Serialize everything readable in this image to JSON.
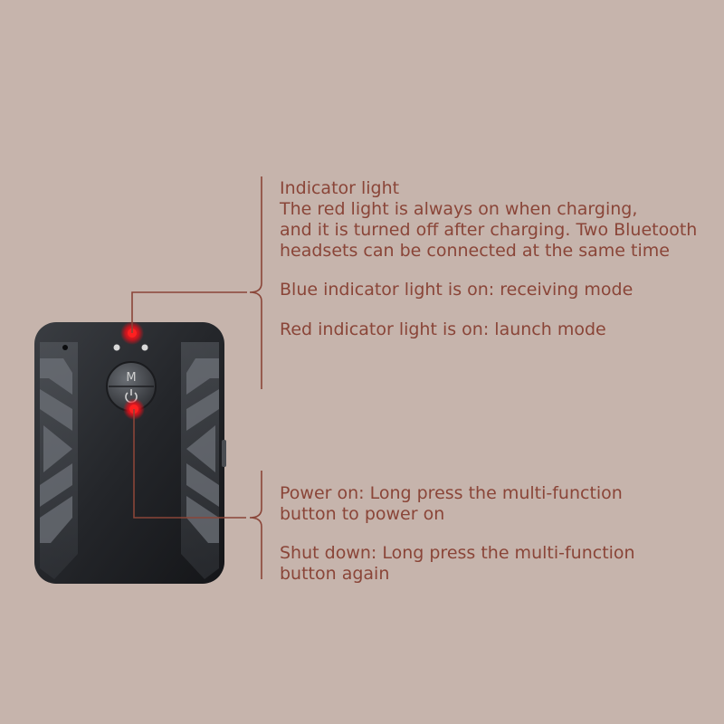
{
  "device": {
    "button_upper_glyph": "M",
    "button_lower_glyph": "power-icon"
  },
  "annotations": {
    "indicator": {
      "title": "Indicator light",
      "body": "The red light is always on when charging,\nand it is turned off after charging. Two Bluetooth\nheadsets can be connected at the same time",
      "blue_mode": "Blue indicator light is on: receiving mode",
      "red_mode": "Red indicator light is on: launch mode"
    },
    "button": {
      "power_on": "Power on: Long press the multi-function\nbutton to power on",
      "shut_down": "Shut down: Long press the multi-function\nbutton again"
    }
  },
  "colors": {
    "background": "#c6b4ac",
    "annotation_text": "#8a4538",
    "leader_line": "#8a4538",
    "device_body": "#2a2c30",
    "red_highlight": "#e3101a"
  }
}
